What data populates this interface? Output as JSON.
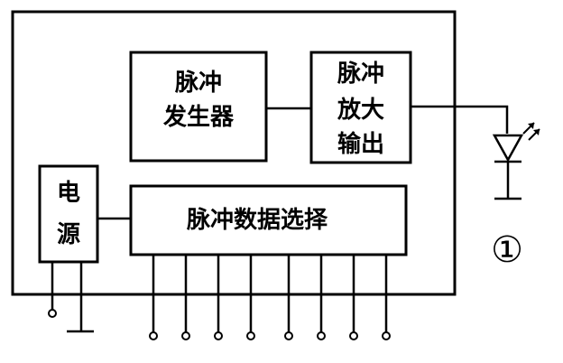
{
  "blocks": {
    "pulse_generator": {
      "lines": [
        "脉冲",
        "发生器"
      ]
    },
    "pulse_amplifier": {
      "lines": [
        "脉冲",
        "放大",
        "输出"
      ]
    },
    "power_supply": {
      "lines": [
        "电",
        "源"
      ]
    },
    "pulse_data_select": {
      "label": "脉冲数据选择"
    }
  },
  "figure_mark": "①",
  "colors": {
    "line": "#000000",
    "background": "#ffffff"
  }
}
